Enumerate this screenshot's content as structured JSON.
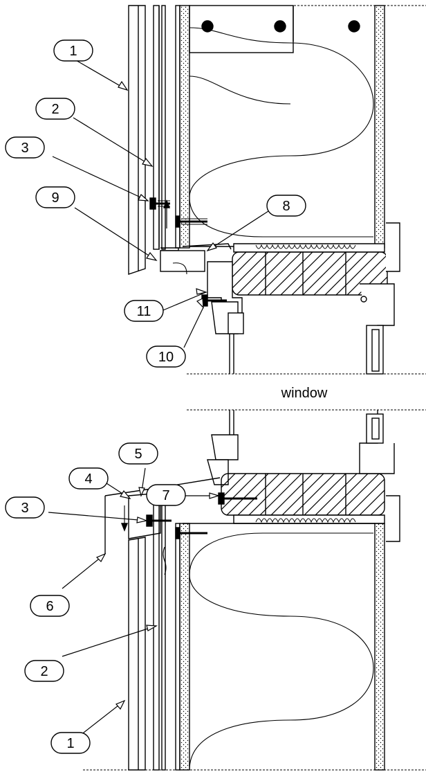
{
  "caption": "window",
  "callouts": [
    {
      "id": "c1-top",
      "number": "1"
    },
    {
      "id": "c2-top",
      "number": "2"
    },
    {
      "id": "c3-top",
      "number": "3"
    },
    {
      "id": "c9",
      "number": "9"
    },
    {
      "id": "c8",
      "number": "8"
    },
    {
      "id": "c11",
      "number": "11"
    },
    {
      "id": "c10",
      "number": "10"
    },
    {
      "id": "c5",
      "number": "5"
    },
    {
      "id": "c4",
      "number": "4"
    },
    {
      "id": "c7",
      "number": "7"
    },
    {
      "id": "c3-bottom",
      "number": "3"
    },
    {
      "id": "c6",
      "number": "6"
    },
    {
      "id": "c2-bottom",
      "number": "2"
    },
    {
      "id": "c1-bottom",
      "number": "1"
    }
  ]
}
